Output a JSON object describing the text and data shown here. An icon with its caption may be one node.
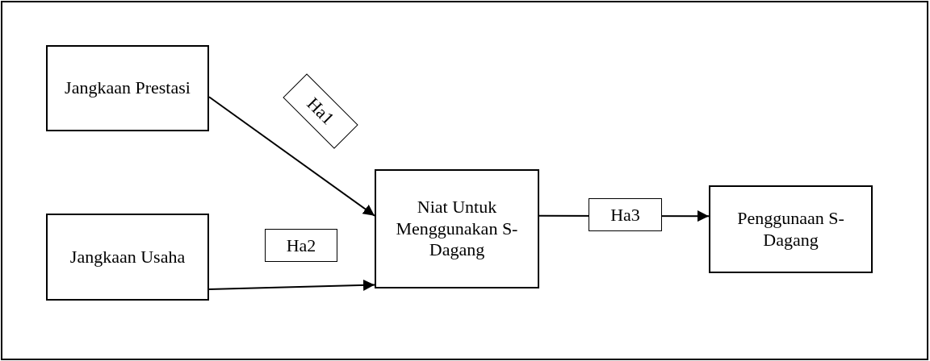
{
  "diagram": {
    "nodes": [
      {
        "text": [
          "Jangkaan Prestasi"
        ]
      },
      {
        "text": [
          "Jangkaan Usaha"
        ]
      },
      {
        "text": [
          "Niat Untuk Menggunakan S-Dagang"
        ]
      },
      {
        "text": [
          "Penggunaan S-Dagang"
        ]
      }
    ],
    "edges": [
      {
        "from": 0,
        "to": 2,
        "arrow": "to",
        "label": "Ha1"
      },
      {
        "from": 1,
        "to": 2,
        "arrow": "to",
        "label": "Ha2"
      },
      {
        "from": 2,
        "to": 3,
        "arrow": "to",
        "label": "Ha3"
      }
    ]
  }
}
